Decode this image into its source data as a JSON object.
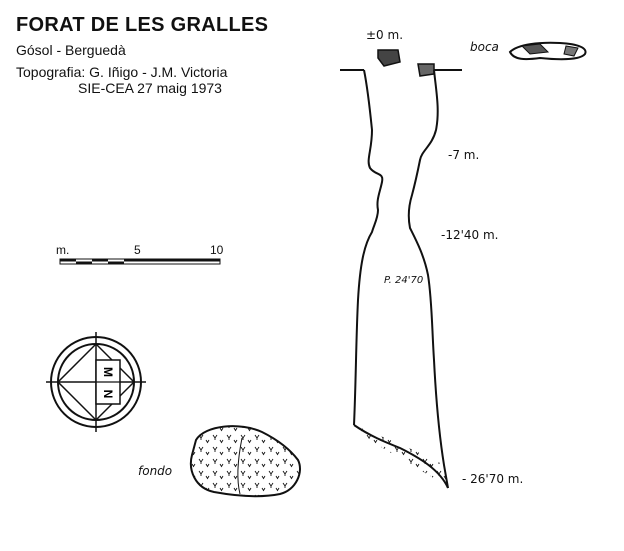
{
  "header": {
    "title": "FORAT DE LES GRALLES",
    "location": "Gósol - Berguedà",
    "authors": "Topografia: G. Iñigo - J.M. Victoria",
    "org_date": "SIE-CEA   27 maig 1973"
  },
  "scale": {
    "unit": "m.",
    "mark_mid": "5",
    "mark_end": "10"
  },
  "compass": {
    "letter": "N",
    "letter2": "M"
  },
  "labels": {
    "entrance": "boca",
    "bottom": "fondo",
    "pit": "P. 24'70"
  },
  "depths": {
    "zero": "±0 m.",
    "d1": "-7 m.",
    "d2": "-12'40 m.",
    "d3": "- 26'70 m."
  },
  "colors": {
    "ink": "#111111",
    "background": "#ffffff"
  }
}
